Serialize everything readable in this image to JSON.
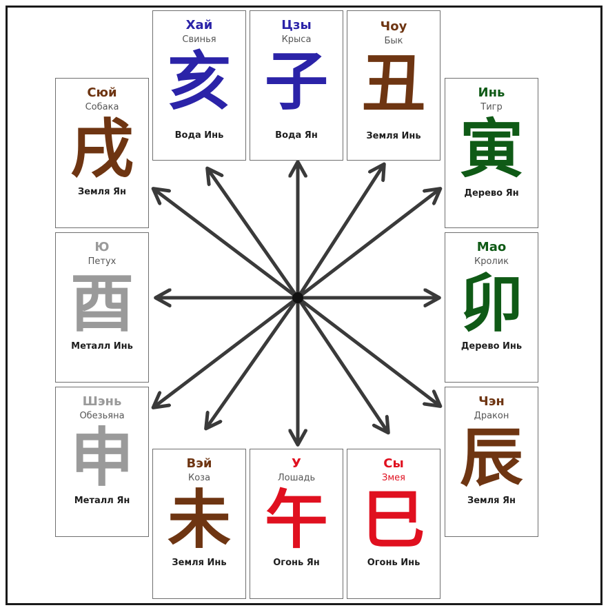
{
  "colors": {
    "water": "#2b23a8",
    "earth": "#6e3512",
    "wood": "#0f5a16",
    "metal": "#9a9a9a",
    "fire": "#e0101f",
    "arrow": "#3a3a3a"
  },
  "cards": {
    "hai": {
      "name": "Хай",
      "animal": "Свинья",
      "glyph": "亥",
      "element": "Вода Инь"
    },
    "tszy": {
      "name": "Цзы",
      "animal": "Крыса",
      "glyph": "子",
      "element": "Вода Ян"
    },
    "chou": {
      "name": "Чоу",
      "animal": "Бык",
      "glyph": "丑",
      "element": "Земля Инь"
    },
    "yin": {
      "name": "Инь",
      "animal": "Тигр",
      "glyph": "寅",
      "element": "Дерево Ян"
    },
    "mao": {
      "name": "Мао",
      "animal": "Кролик",
      "glyph": "卯",
      "element": "Дерево Инь"
    },
    "chen": {
      "name": "Чэн",
      "animal": "Дракон",
      "glyph": "辰",
      "element": "Земля Ян"
    },
    "sy": {
      "name": "Сы",
      "animal": "Змея",
      "glyph": "巳",
      "element": "Огонь Инь"
    },
    "u": {
      "name": "У",
      "animal": "Лошадь",
      "glyph": "午",
      "element": "Огонь Ян"
    },
    "vei": {
      "name": "Вэй",
      "animal": "Коза",
      "glyph": "未",
      "element": "Земля Инь"
    },
    "shen": {
      "name": "Шэнь",
      "animal": "Обезьяна",
      "glyph": "申",
      "element": "Металл Ян"
    },
    "yu": {
      "name": "Ю",
      "animal": "Петух",
      "glyph": "酉",
      "element": "Металл Инь"
    },
    "syui": {
      "name": "Сюй",
      "animal": "Собака",
      "glyph": "戌",
      "element": "Земля Ян"
    }
  }
}
